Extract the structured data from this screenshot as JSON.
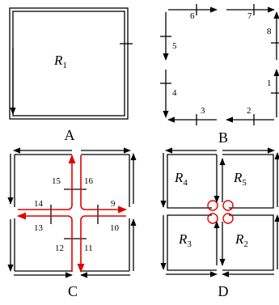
{
  "panels": {
    "A": {
      "caption": "A",
      "region_main": "R",
      "region_sub": "1"
    },
    "B": {
      "caption": "B",
      "edge_labels": [
        "1",
        "2",
        "3",
        "4",
        "5",
        "6",
        "7",
        "8"
      ]
    },
    "C": {
      "caption": "C",
      "edge_labels": [
        "9",
        "10",
        "11",
        "12",
        "13",
        "14",
        "15",
        "16"
      ]
    },
    "D": {
      "caption": "D",
      "regions": [
        {
          "main": "R",
          "sub": "4"
        },
        {
          "main": "R",
          "sub": "5"
        },
        {
          "main": "R",
          "sub": "3"
        },
        {
          "main": "R",
          "sub": "2"
        }
      ]
    }
  },
  "colors": {
    "ink": "#000000",
    "highlight": "#e00000"
  }
}
